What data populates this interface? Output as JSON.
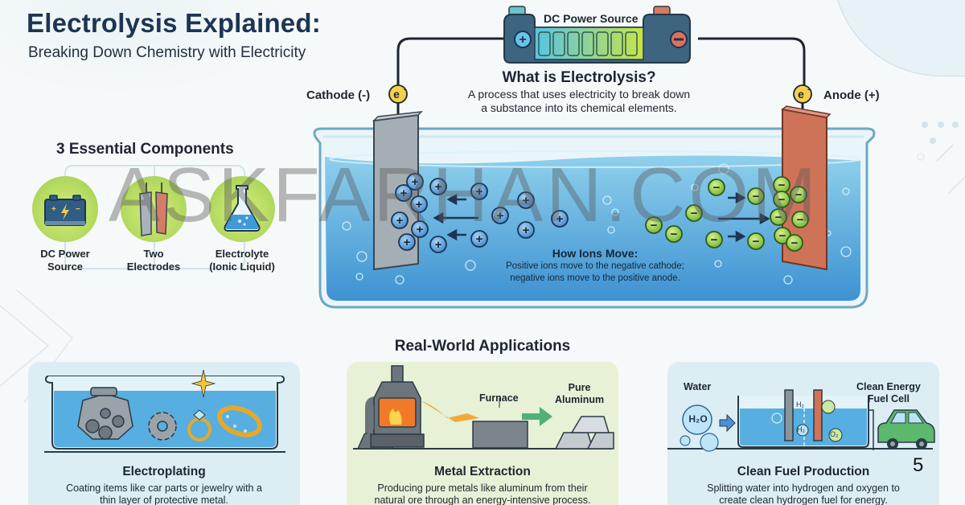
{
  "header": {
    "title": "Electrolysis Explained:",
    "subtitle": "Breaking Down Chemistry with Electricity"
  },
  "components": {
    "title": "3 Essential Components",
    "items": [
      {
        "label_line1": "DC Power",
        "label_line2": "Source",
        "icon": "battery-icon"
      },
      {
        "label_line1": "Two",
        "label_line2": "Electrodes",
        "icon": "electrodes-icon"
      },
      {
        "label_line1": "Electrolyte",
        "label_line2": "(Ionic Liquid)",
        "icon": "flask-icon"
      }
    ]
  },
  "circuit": {
    "power_source_label": "DC Power Source",
    "positive_symbol": "+",
    "negative_symbol": "−",
    "cathode_label": "Cathode (-)",
    "anode_label": "Anode (+)",
    "electron_symbol": "e",
    "electron_superscript": "-"
  },
  "definition": {
    "title": "What is Electrolysis?",
    "line1": "A process that uses electricity to break down",
    "line2": "a substance into its chemical elements."
  },
  "ions": {
    "title": "How Ions Move:",
    "line1": "Positive ions move to the negative cathode;",
    "line2": "negative ions move to the positive anode.",
    "cation_symbol": "+",
    "anion_symbol": "−"
  },
  "watermark": "ASKFARHAN.COM",
  "applications": {
    "title": "Real-World Applications",
    "cards": [
      {
        "title": "Electroplating",
        "line1": "Coating items like car parts or jewelry with a",
        "line2": "thin layer of protective metal."
      },
      {
        "title": "Metal Extraction",
        "line1": "Producing pure metals like aluminum from their",
        "line2": "natural ore through an energy-intensive process.",
        "furnace_label": "Furnace",
        "product_label_line1": "Pure",
        "product_label_line2": "Aluminum"
      },
      {
        "title": "Clean Fuel Production",
        "line1": "Splitting water into hydrogen and oxygen to",
        "line2": "create clean hydrogen fuel for energy.",
        "water_label": "Water",
        "water_formula": "H₂O",
        "h2_formula": "H₂",
        "o2_formula": "O₂",
        "fuel_label_line1": "Clean Energy",
        "fuel_label_line2": "Fuel Cell"
      }
    ]
  },
  "page_number": "5",
  "colors": {
    "title_navy": "#1d3553",
    "water_blue": "#5fb3e0",
    "cation_blue": "#4a90d9",
    "anion_green": "#8cc63f",
    "cathode_gray": "#9aa5ad",
    "anode_copper": "#cf7358",
    "component_green": "#b8dc63",
    "card_blue": "#dcedf4",
    "card_green": "#e6f1d6"
  }
}
